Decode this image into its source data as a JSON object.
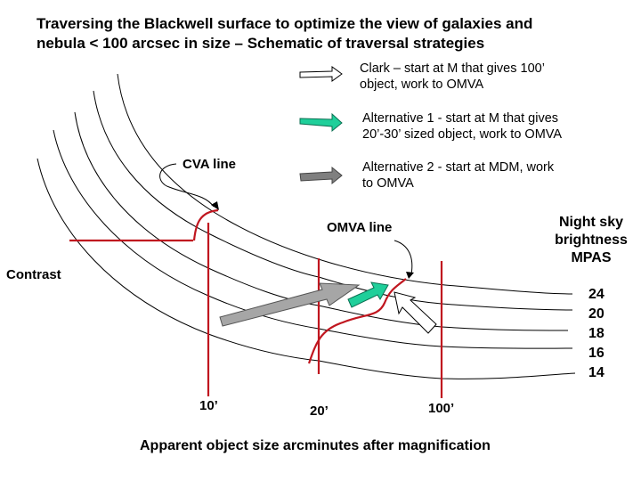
{
  "title_line1": "Traversing the Blackwell surface to optimize the view of galaxies and",
  "title_line2": "nebula < 100 arcsec in size – Schematic of traversal strategies",
  "legend": [
    {
      "icon": "white-arrow-icon",
      "color": "#ffffff",
      "line1": "Clark – start at M that gives 100’",
      "line2": "object, work to OMVA"
    },
    {
      "icon": "teal-arrow-icon",
      "color": "#1fcf9a",
      "line1": "Alternative 1 - start at M that gives",
      "line2": "20’-30’ sized object, work to OMVA"
    },
    {
      "icon": "gray-arrow-icon",
      "color": "#7f7f7f",
      "line1": "Alternative 2 - start at MDM, work",
      "line2": "to OMVA"
    }
  ],
  "labels": {
    "cva_line": "CVA line",
    "omva_line": "OMVA line",
    "y_axis": "Contrast",
    "x_axis": "Apparent object size arcminutes after magnification",
    "sky_title_1": "Night sky",
    "sky_title_2": "brightness",
    "sky_title_3": "MPAS"
  },
  "sky_brightness": [
    "24",
    "20",
    "18",
    "16",
    "14"
  ],
  "size_markers": [
    "10’",
    "20’",
    "100’"
  ],
  "colors": {
    "red_line": "#c0161f",
    "teal_arrow": "#1fcf9a",
    "gray_arrow": "#a6a6a6",
    "legend_gray_arrow": "#7f7f7f"
  }
}
